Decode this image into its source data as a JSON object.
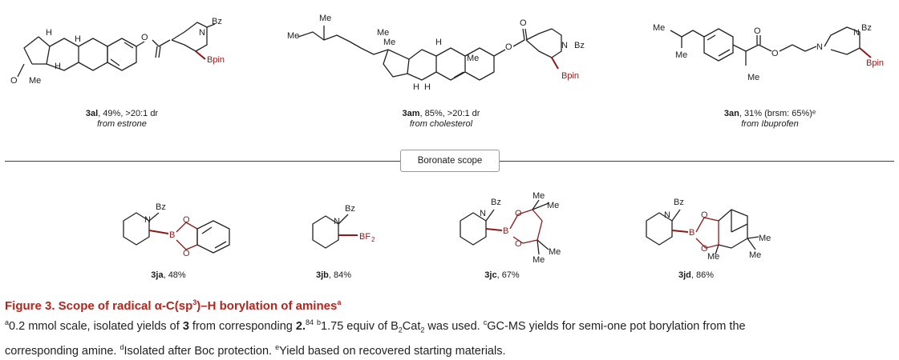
{
  "top_compounds": [
    {
      "id": "3al",
      "label": "3al",
      "yield": ", 49%, >20:1 dr",
      "source": "from estrone"
    },
    {
      "id": "3am",
      "label": "3am",
      "yield": ", 85%, >20:1 dr",
      "source": "from cholesterol"
    },
    {
      "id": "3an",
      "label": "3an",
      "yield": ", 31% (brsm: 65%)ᵉ",
      "source": "from Ibuprofen"
    }
  ],
  "section_label": "Boronate scope",
  "bottom_compounds": [
    {
      "id": "3ja",
      "label": "3ja",
      "yield": ", 48%"
    },
    {
      "id": "3jb",
      "label": "3jb",
      "yield": ", 84%"
    },
    {
      "id": "3jc",
      "label": "3jc",
      "yield": ", 67%"
    },
    {
      "id": "3jd",
      "label": "3jd",
      "yield": ", 86%"
    }
  ],
  "atom_labels": {
    "bz": "Bz",
    "n": "N",
    "bpin": "Bpin",
    "o": "O",
    "h": "H",
    "me": "Me",
    "b": "B",
    "bf2": "BF"
  },
  "caption": {
    "title_prefix": "Figure 3.  Scope of radical α-C(sp",
    "title_sup": "3",
    "title_suffix": ")–H borylation of amines",
    "title_note": "a",
    "line1_a": "0.2 mmol scale, isolated yields of ",
    "line1_b": "3",
    "line1_c": " from corresponding ",
    "line1_d": "2.",
    "line1_ref": "84",
    "line1_e": "1.75 equiv of B",
    "line1_f": "Cat",
    "line1_g": " was used. ",
    "line1_h": "GC-MS yields for semi-one pot borylation from the",
    "line2_a": "corresponding amine. ",
    "line2_b": "Isolated after Boc protection. ",
    "line2_c": "Yield based on recovered starting materials.",
    "note_a": "a",
    "note_b": "b",
    "note_c": "c",
    "note_d": "d",
    "note_e": "e",
    "sub2": "2"
  },
  "colors": {
    "accent": "#b3261e",
    "bond": "#222222",
    "heteroatom": "#8b1a1a"
  }
}
